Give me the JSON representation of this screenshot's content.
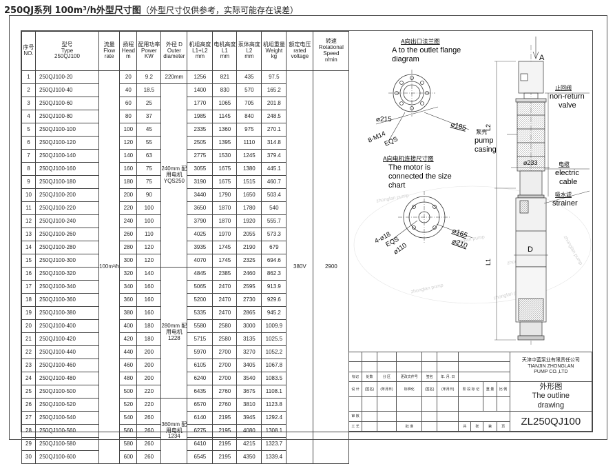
{
  "title": {
    "main": "250QJ系列 100m³/h外型尺寸图",
    "note": "（外型尺寸仅供参考，实际可能存在误差）"
  },
  "table": {
    "headers": [
      [
        "序号",
        "NO."
      ],
      [
        "型号",
        "Type",
        "250QJ100"
      ],
      [
        "流量",
        "Flow",
        "rate"
      ],
      [
        "扬程",
        "Head",
        "m"
      ],
      [
        "配用功率",
        "Power",
        "KW"
      ],
      [
        "外径 D",
        "Outer",
        "diameter"
      ],
      [
        "机组高度",
        "L1+L2",
        "mm"
      ],
      [
        "电机高度",
        "L1",
        "mm"
      ],
      [
        "泵体高度",
        "L2",
        "mm"
      ],
      [
        "机组重量",
        "Weight",
        "kg"
      ],
      [
        "额定电压",
        "rated",
        "voltage"
      ],
      [
        "转速",
        "Rotational",
        "Speed",
        "r/min"
      ]
    ],
    "rows": [
      [
        "1",
        "250QJ100-20",
        "20",
        "9.2",
        "1256",
        "821",
        "435",
        "97.5"
      ],
      [
        "2",
        "250QJ100-40",
        "40",
        "18.5",
        "1400",
        "830",
        "570",
        "165.2"
      ],
      [
        "3",
        "250QJ100-60",
        "60",
        "25",
        "1770",
        "1065",
        "705",
        "201.8"
      ],
      [
        "4",
        "250QJ100-80",
        "80",
        "37",
        "1985",
        "1145",
        "840",
        "248.5"
      ],
      [
        "5",
        "250QJ100-100",
        "100",
        "45",
        "2335",
        "1360",
        "975",
        "270.1"
      ],
      [
        "6",
        "250QJ100-120",
        "120",
        "55",
        "2505",
        "1395",
        "1110",
        "314.8"
      ],
      [
        "7",
        "250QJ100-140",
        "140",
        "63",
        "2775",
        "1530",
        "1245",
        "379.4"
      ],
      [
        "8",
        "250QJ100-160",
        "160",
        "75",
        "3055",
        "1675",
        "1380",
        "445.1"
      ],
      [
        "9",
        "250QJ100-180",
        "180",
        "75",
        "3190",
        "1675",
        "1515",
        "460.7"
      ],
      [
        "10",
        "250QJ100-200",
        "200",
        "90",
        "3440",
        "1790",
        "1650",
        "503.4"
      ],
      [
        "11",
        "250QJ100-220",
        "220",
        "100",
        "3650",
        "1870",
        "1780",
        "540"
      ],
      [
        "12",
        "250QJ100-240",
        "240",
        "100",
        "3790",
        "1870",
        "1920",
        "555.7"
      ],
      [
        "13",
        "250QJ100-260",
        "260",
        "110",
        "4025",
        "1970",
        "2055",
        "573.3"
      ],
      [
        "14",
        "250QJ100-280",
        "280",
        "120",
        "3935",
        "1745",
        "2190",
        "679"
      ],
      [
        "15",
        "250QJ100-300",
        "300",
        "120",
        "4070",
        "1745",
        "2325",
        "694.6"
      ],
      [
        "16",
        "250QJ100-320",
        "320",
        "140",
        "4845",
        "2385",
        "2460",
        "862.3"
      ],
      [
        "17",
        "250QJ100-340",
        "340",
        "160",
        "5065",
        "2470",
        "2595",
        "913.9"
      ],
      [
        "18",
        "250QJ100-360",
        "360",
        "160",
        "5200",
        "2470",
        "2730",
        "929.6"
      ],
      [
        "19",
        "250QJ100-380",
        "380",
        "160",
        "5335",
        "2470",
        "2865",
        "945.2"
      ],
      [
        "20",
        "250QJ100-400",
        "400",
        "180",
        "5580",
        "2580",
        "3000",
        "1009.9"
      ],
      [
        "21",
        "250QJ100-420",
        "420",
        "180",
        "5715",
        "2580",
        "3135",
        "1025.5"
      ],
      [
        "22",
        "250QJ100-440",
        "440",
        "200",
        "5970",
        "2700",
        "3270",
        "1052.2"
      ],
      [
        "23",
        "250QJ100-460",
        "460",
        "200",
        "6105",
        "2700",
        "3405",
        "1067.8"
      ],
      [
        "24",
        "250QJ100-480",
        "480",
        "200",
        "6240",
        "2700",
        "3540",
        "1083.5"
      ],
      [
        "25",
        "250QJ100-500",
        "500",
        "220",
        "6435",
        "2760",
        "3675",
        "1108.1"
      ],
      [
        "26",
        "250QJ100-520",
        "520",
        "220",
        "6570",
        "2760",
        "3810",
        "1123.8"
      ],
      [
        "27",
        "250QJ100-540",
        "540",
        "260",
        "6140",
        "2195",
        "3945",
        "1292.4"
      ],
      [
        "28",
        "250QJ100-560",
        "560",
        "260",
        "6275",
        "2195",
        "4080",
        "1308.1"
      ],
      [
        "29",
        "250QJ100-580",
        "580",
        "260",
        "6410",
        "2195",
        "4215",
        "1323.7"
      ],
      [
        "30",
        "250QJ100-600",
        "600",
        "260",
        "6545",
        "2195",
        "4350",
        "1339.4"
      ]
    ],
    "flow": "100m³/h",
    "voltage": "380V",
    "speed": "2900",
    "diam_groups": [
      {
        "start": 1,
        "span": 1,
        "text": "220mm"
      },
      {
        "start": 2,
        "span": 14,
        "text": "240mm 配用电机 YQS250"
      },
      {
        "start": 16,
        "span": 10,
        "text": "280mm 配用电机 1228"
      },
      {
        "start": 26,
        "span": 5,
        "text": "360mm 配用电机 1234"
      }
    ]
  },
  "drawing": {
    "flange_cn": "A向出口法兰图",
    "flange_en1": "A to the outlet flange",
    "flange_en2": "diagram",
    "d215": "⌀215",
    "d185": "⌀185",
    "bolts": "8-M14",
    "eqs": "EQS",
    "motor_cn": "A向电机连接尺寸图",
    "motor_en1": "The motor is",
    "motor_en2": "connected the size",
    "motor_en3": "chart",
    "d18": "4-⌀18",
    "eqs2": "EQS",
    "d110": "⌀110",
    "d165": "⌀165",
    "d210": "⌀210",
    "d233": "⌀233",
    "valve_cn": "止回阀",
    "valve_en1": "non-return",
    "valve_en2": "valve",
    "casing_cn": "泵壳",
    "casing_en1": "pump",
    "casing_en2": "casing",
    "cable_cn": "电缆",
    "cable_en1": "electric",
    "cable_en2": "cable",
    "strainer_cn": "吸水滤",
    "strainer_en": "strainer",
    "A": "A",
    "D": "D",
    "L1": "L1",
    "L2": "L2",
    "watermark": "zhonglan pump"
  },
  "titleblock": {
    "company_cn": "天津中蓝泵业有限责任公司",
    "company_en1": "TIANJIN ZHONGLAN",
    "company_en2": "PUMP CO.,LTD",
    "drawing_cn": "外形图",
    "drawing_en1": "The outline",
    "drawing_en2": "drawing",
    "drawing_no": "ZL250QJ100",
    "c_mark": "标记",
    "c_count": "处数",
    "c_zone": "分 区",
    "c_docno": "更改文件号",
    "c_sign": "签名",
    "c_date": "年. 月. 日",
    "c_design": "设 计",
    "c_signp": "(签名)",
    "c_datep": "(年月日)",
    "c_std": "标准化",
    "c_signp2": "(签名)",
    "c_datep2": "(年月日)",
    "c_stage": "阶 段 标 记",
    "c_weight": "重 量",
    "c_scale": "比 例",
    "c_review": "审 核",
    "c_process": "工 艺",
    "c_approve": "批 准",
    "c_total": "共",
    "c_sheets": "张",
    "c_no": "第",
    "c_page": "页"
  }
}
